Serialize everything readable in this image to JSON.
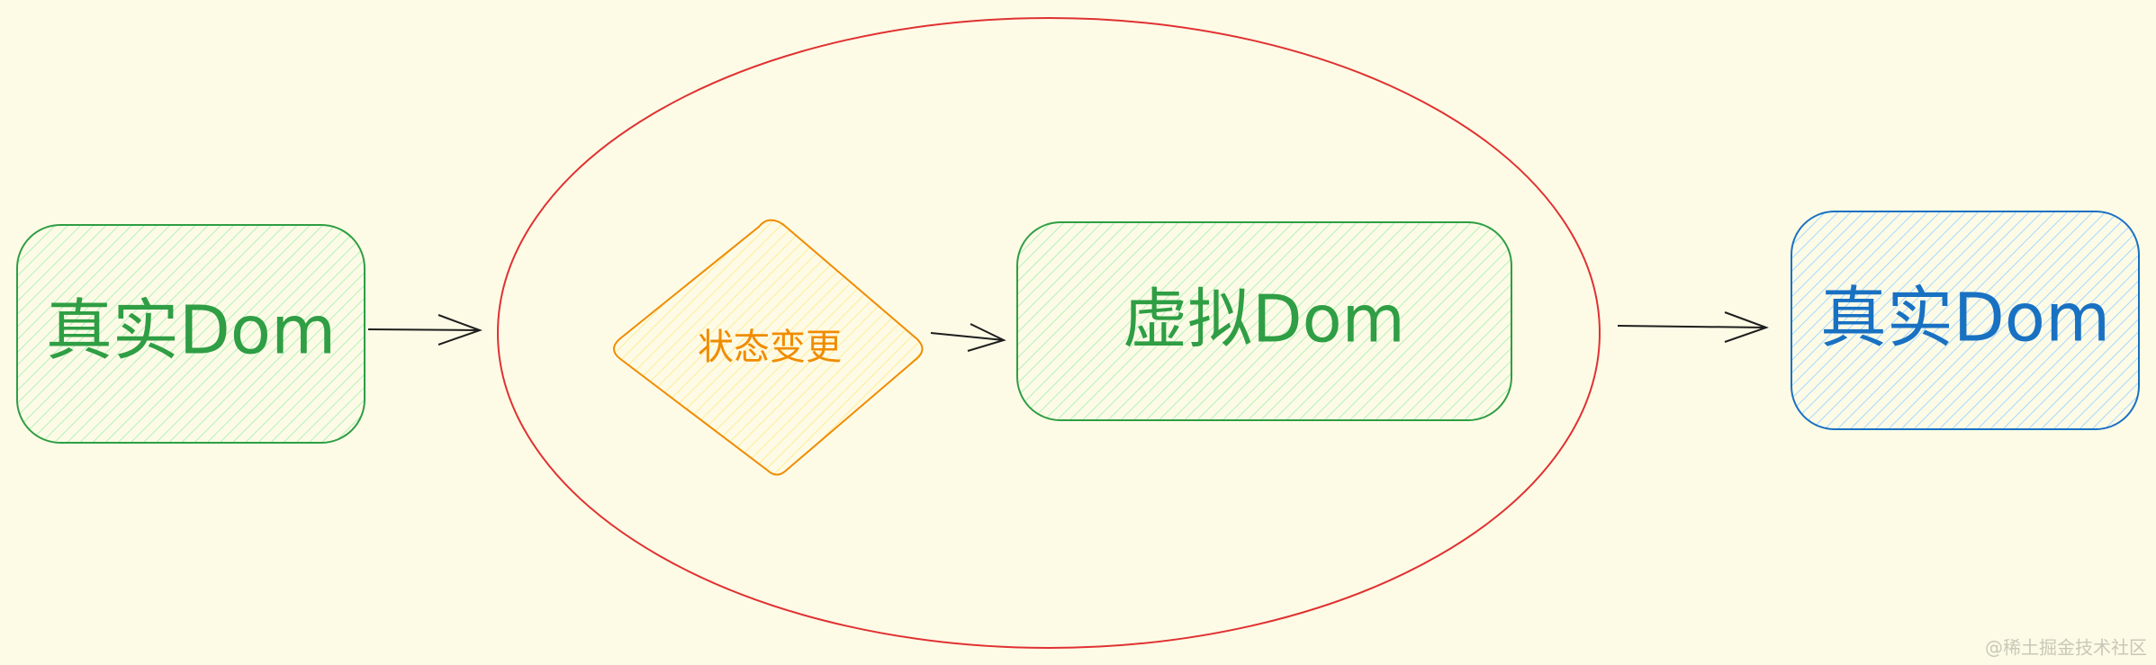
{
  "diagram": {
    "left_box": {
      "label": "真实Dom",
      "color": "#2f9e44",
      "fill_color": "#b2f2bb"
    },
    "decision": {
      "label": "状态变更",
      "color": "#f08c00",
      "fill_color": "#ffec99"
    },
    "virtual_box": {
      "label": "虚拟Dom",
      "color": "#2f9e44",
      "fill_color": "#b2f2bb"
    },
    "right_box": {
      "label": "真实Dom",
      "color": "#1971c2",
      "fill_color": "#a5d8ff"
    },
    "ellipse": {
      "color": "#e03131"
    },
    "arrow_color": "#1e1e1e"
  },
  "watermark": "@稀土掘金技术社区"
}
